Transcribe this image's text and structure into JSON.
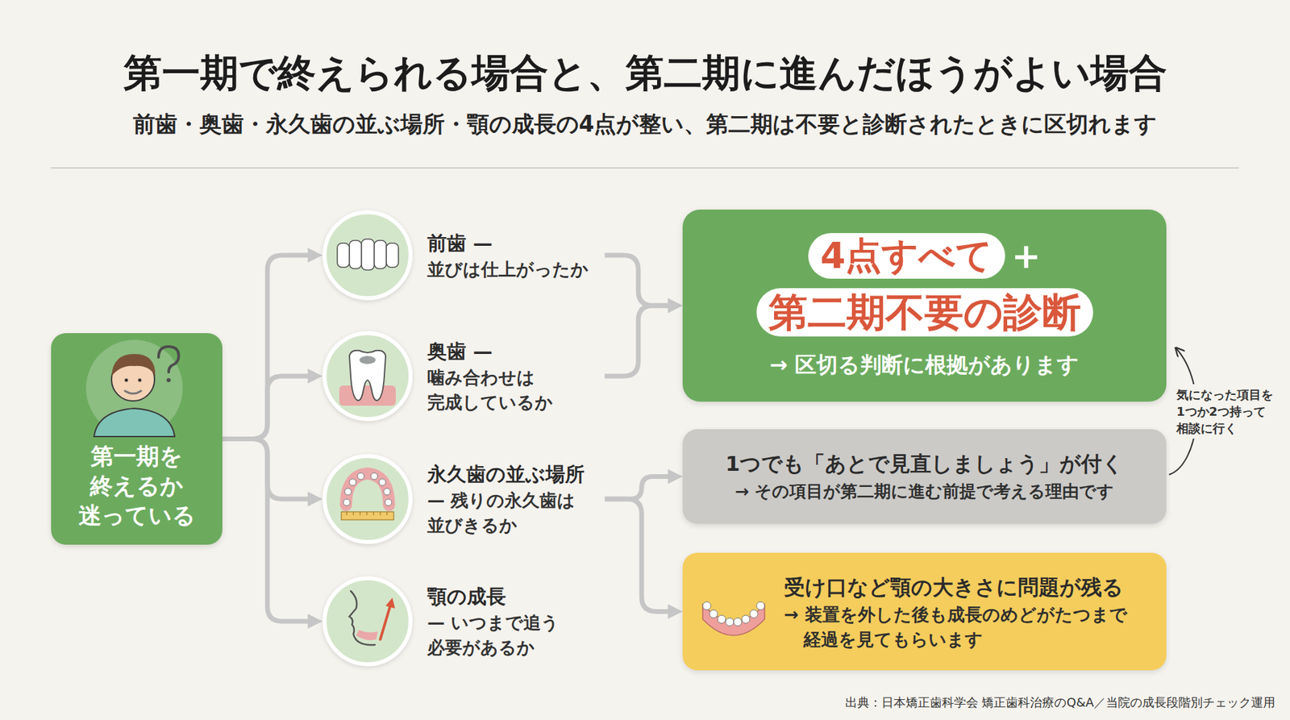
{
  "diagram": {
    "title": "第一期で終えられる場合と、第二期に進んだほうがよい場合",
    "caption": "前歯・奥歯・永久歯の並ぶ場所・顎の成長の4点が整い、第二期は不要と診断されたときに区切れます",
    "nodes": [
      {
        "text": [
          "第一期を 終えるか 迷っている"
        ]
      },
      {
        "text": [
          "前歯 —",
          "並びは仕上がったか"
        ]
      },
      {
        "text": [
          "奥歯 —",
          "噛み合わせは 完成しているか"
        ]
      },
      {
        "text": [
          "永久歯の並ぶ場所",
          "— 残りの永久歯は 並びきるか"
        ]
      },
      {
        "text": [
          "顎の成長",
          "— いつまで追う 必要があるか"
        ]
      },
      {
        "text": [
          "4点すべて",
          "+",
          "第二期不要の診断",
          "→ 区切る判断に根拠があります"
        ]
      },
      {
        "text": [
          "1つでも「あとで見直しましょう」が付く",
          "→ その項目が第二期に進む前提で考える理由です"
        ]
      },
      {
        "text": [
          "受け口など顎の大きさに問題が残る",
          "→ 装置を外した後も成長のめどがたつまで 経過を見てもらいます"
        ]
      }
    ],
    "edges": [
      {
        "from": 0,
        "to": 1,
        "arrow": "to"
      },
      {
        "from": 0,
        "to": 2,
        "arrow": "to"
      },
      {
        "from": 0,
        "to": 3,
        "arrow": "to"
      },
      {
        "from": 0,
        "to": 4,
        "arrow": "to"
      },
      {
        "from": 1,
        "to": 5,
        "arrow": "to"
      },
      {
        "from": 2,
        "to": 5,
        "arrow": "to"
      },
      {
        "from": 3,
        "to": 6,
        "arrow": "to"
      },
      {
        "from": 3,
        "to": 7,
        "arrow": "to"
      },
      {
        "from": 6,
        "to": 5,
        "label": "気になった項目を 1つか2つ持って 相談に行く",
        "arrow": "to"
      }
    ],
    "labels": [
      "出典：日本矯正歯科学会 矯正歯科治療のQ&A／当院の成長段階別チェック運用"
    ]
  }
}
